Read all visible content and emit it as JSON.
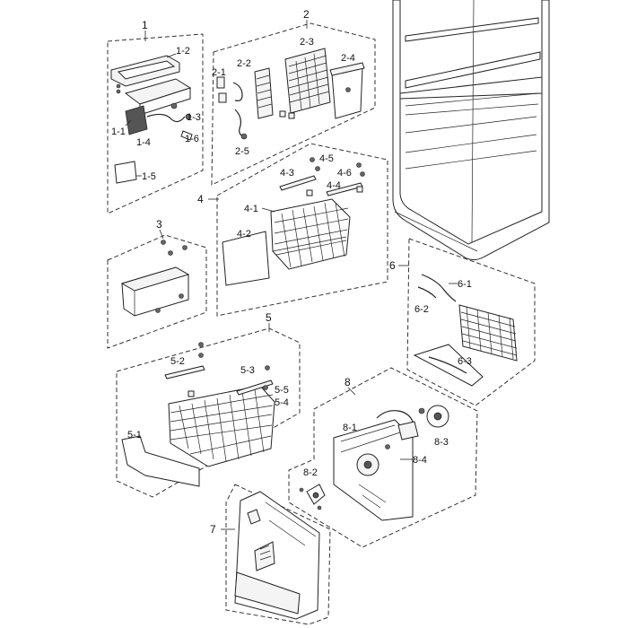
{
  "labels": {
    "g1": "1",
    "p1_2": "1-2",
    "p1_1": "1-1",
    "p1_4": "1-4",
    "p1_3": "1-3",
    "p1_6": "1-6",
    "p1_5": "1-5",
    "g2": "2",
    "p2_3": "2-3",
    "p2_1": "2-1",
    "p2_2": "2-2",
    "p2_4": "2-4",
    "p2_5": "2-5",
    "g3": "3",
    "g4": "4",
    "p4_5": "4-5",
    "p4_3": "4-3",
    "p4_6": "4-6",
    "p4_4": "4-4",
    "p4_1": "4-1",
    "p4_2": "4-2",
    "g5": "5",
    "p5_2": "5-2",
    "p5_3": "5-3",
    "p5_5": "5-5",
    "p5_4": "5-4",
    "p5_1": "5-1",
    "g6": "6",
    "p6_1": "6-1",
    "p6_2": "6-2",
    "p6_3": "6-3",
    "g7": "7",
    "g8": "8",
    "p8_1": "8-1",
    "p8_3": "8-3",
    "p8_4": "8-4",
    "p8_2": "8-2"
  }
}
